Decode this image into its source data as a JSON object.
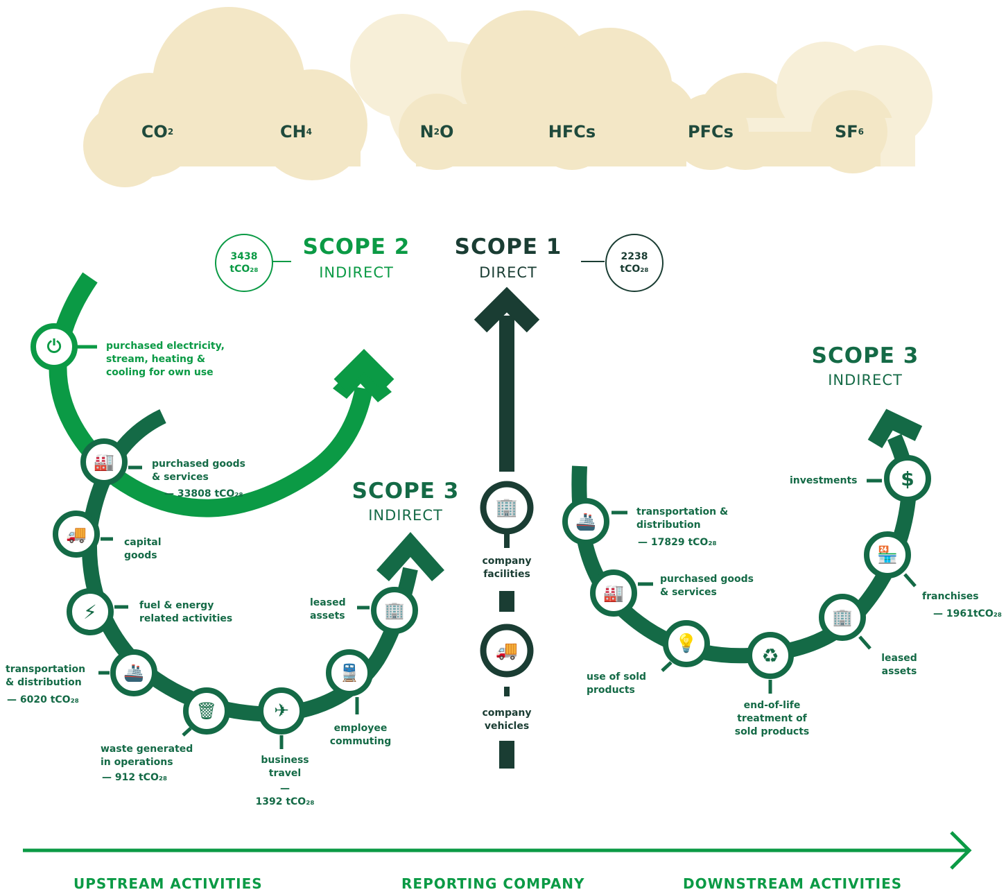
{
  "gases": [
    {
      "base": "CO",
      "sub": "2"
    },
    {
      "base": "CH",
      "sub": "4"
    },
    {
      "base": "N",
      "sub": "2",
      "tail": "O"
    },
    {
      "base": "HFCs",
      "sub": ""
    },
    {
      "base": "PFCs",
      "sub": ""
    },
    {
      "base": "SF",
      "sub": "6"
    }
  ],
  "scope2": {
    "title": "SCOPE 2",
    "subtitle": "INDIRECT",
    "value": "3438",
    "unit": "tCO₂₈"
  },
  "scope1": {
    "title": "SCOPE 1",
    "subtitle": "DIRECT",
    "value": "2238",
    "unit": "tCO₂₈"
  },
  "scope3_upstream": {
    "title": "SCOPE 3",
    "subtitle": "INDIRECT"
  },
  "scope3_downstream": {
    "title": "SCOPE 3",
    "subtitle": "INDIRECT"
  },
  "upstream": {
    "electricity": {
      "label": "purchased electricity, stream, heating & cooling for own use"
    },
    "purchased_goods": {
      "label": "purchased goods & services",
      "value": "— 33808 tCO₂₈"
    },
    "capital_goods": {
      "label": "capital goods"
    },
    "fuel_energy": {
      "label": "fuel & energy related activities"
    },
    "transportation": {
      "label": "transportation & distribution",
      "value": "— 6020 tCO₂₈"
    },
    "waste": {
      "label": "waste generated in operations",
      "value": "— 912 tCO₂₈"
    },
    "business_travel": {
      "label": "business travel",
      "dash": "—",
      "value": "1392 tCO₂₈"
    },
    "employee_commuting": {
      "label": "employee commuting"
    },
    "leased_assets": {
      "label": "leased assets"
    }
  },
  "company": {
    "facilities": {
      "label": "company facilities"
    },
    "vehicles": {
      "label": "company vehicles"
    }
  },
  "downstream": {
    "transportation": {
      "label": "transportation & distribution",
      "value": "— 17829 tCO₂₈"
    },
    "purchased_goods": {
      "label": "purchased goods & services"
    },
    "use_of_sold": {
      "label": "use of sold products"
    },
    "end_of_life": {
      "label": "end-of-life treatment of sold products"
    },
    "leased_assets": {
      "label": "leased assets"
    },
    "franchises": {
      "label": "franchises",
      "value": "— 1961tCO₂₈"
    },
    "investments": {
      "label": "investments"
    }
  },
  "footer": {
    "upstream": "UPSTREAM ACTIVITIES",
    "reporting": "REPORTING COMPANY",
    "downstream": "DOWNSTREAM ACTIVITIES"
  },
  "colors": {
    "bright_green": "#0b9a45",
    "dark_green": "#146a46",
    "darkest": "#1a3d33",
    "cloud": "#f3e7c6"
  }
}
